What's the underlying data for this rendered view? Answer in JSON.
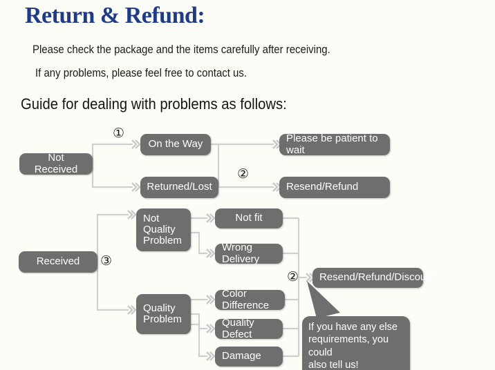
{
  "header": {
    "title": "Return & Refund:",
    "line1": "Please check the package and the items carefully after receiving.",
    "line2": "If any problems, please feel free to contact us.",
    "guide_heading": "Guide for dealing with problems as follows:"
  },
  "colors": {
    "title": "#1e3a8a",
    "node_fill": "#6e6e6e",
    "node_text": "#ffffff",
    "connector": "#cfcfcf",
    "background": "#fdfdf8"
  },
  "flow": {
    "markers": {
      "one": "①",
      "two_top": "②",
      "three": "③",
      "two_bottom": "②"
    },
    "nodes": {
      "not_received": "Not Received",
      "on_the_way": "On the Way",
      "returned_lost": "Returned/Lost",
      "please_wait": "Please be patient to wait",
      "resend_refund": "Resend/Refund",
      "received": "Received",
      "not_quality_problem": "Not\nQuality\nProblem",
      "quality_problem": "Quality\nProblem",
      "not_fit": "Not fit",
      "wrong_delivery": "Wrong Delivery",
      "color_difference": "Color Difference",
      "quality_defect": "Quality Defect",
      "damage": "Damage",
      "resend_refund_discount": "Resend/Refund/Discount"
    },
    "callout": "If you have any else\nrequirements, you could\nalso tell us!"
  }
}
